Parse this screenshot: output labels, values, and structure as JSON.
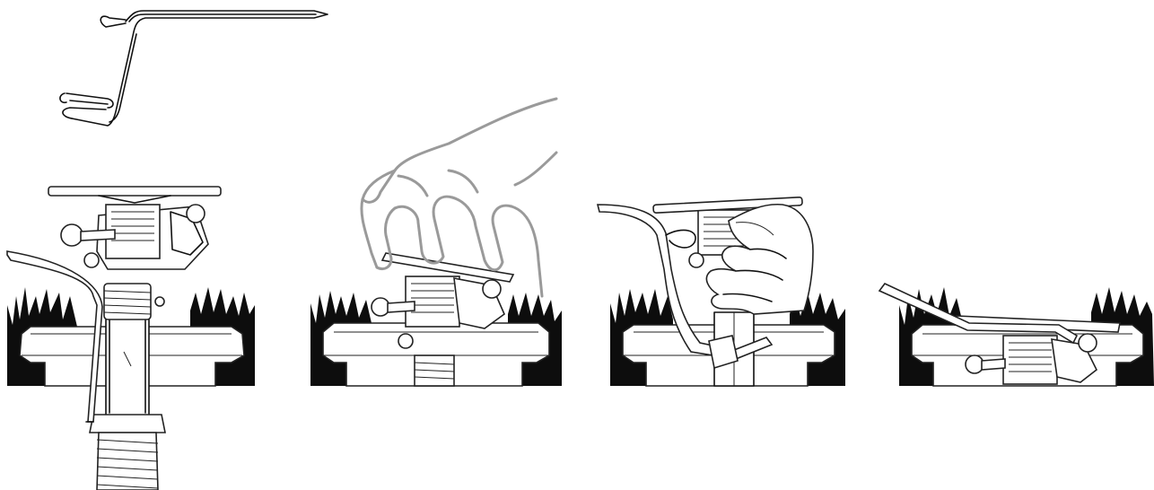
{
  "figure": {
    "panels": [
      {
        "id": "tool",
        "desc_icon": "wire-tool-icon"
      },
      {
        "id": "step-1",
        "desc_icon": "sprinkler-with-tool-icon"
      },
      {
        "id": "step-2",
        "desc_icon": "hand-lifting-sprinkler-icon"
      },
      {
        "id": "step-3",
        "desc_icon": "hand-holding-sprinkler-icon"
      },
      {
        "id": "step-4",
        "desc_icon": "sprinkler-retracted-icon"
      }
    ]
  }
}
